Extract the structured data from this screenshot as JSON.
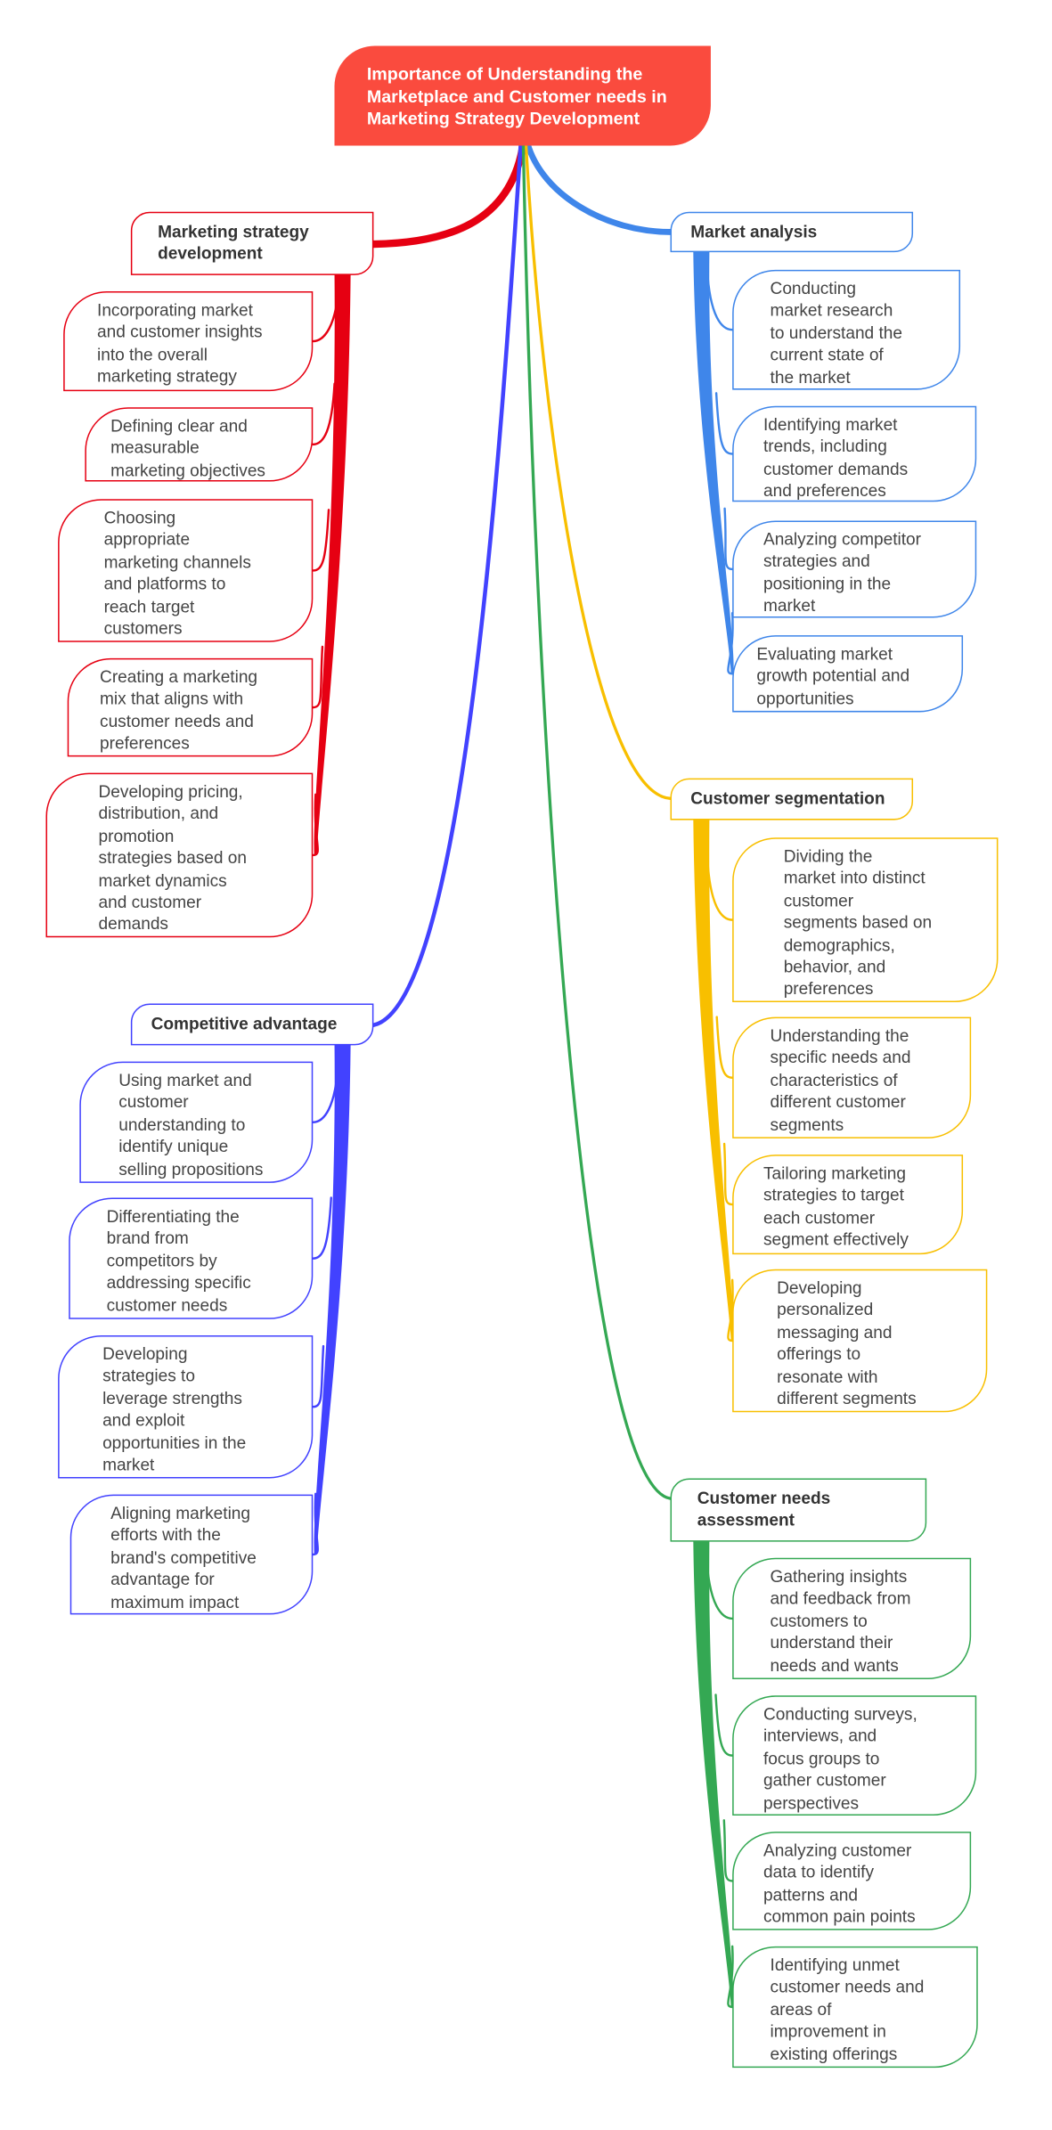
{
  "root": {
    "lines": [
      "Importance of Understanding the",
      "Marketplace and Customer needs in",
      "Marketing Strategy Development"
    ],
    "color": "#fa4b3e"
  },
  "branches": [
    {
      "id": "marketing-strategy-development",
      "color": "#e60012",
      "title": [
        "Marketing strategy",
        "development"
      ],
      "children": [
        [
          "Incorporating market",
          "and customer insights",
          "into the overall",
          "marketing strategy"
        ],
        [
          "Defining clear and",
          "measurable",
          "marketing objectives"
        ],
        [
          "Choosing",
          "appropriate",
          "marketing channels",
          "and platforms to",
          "reach target",
          "customers"
        ],
        [
          "Creating a marketing",
          "mix that aligns with",
          "customer needs and",
          "preferences"
        ],
        [
          "Developing pricing,",
          "distribution, and",
          "promotion",
          "strategies based on",
          "market dynamics",
          "and customer",
          "demands"
        ]
      ]
    },
    {
      "id": "competitive-advantage",
      "color": "#4242ff",
      "title": [
        "Competitive advantage"
      ],
      "children": [
        [
          "Using market and",
          "customer",
          "understanding to",
          "identify unique",
          "selling propositions"
        ],
        [
          "Differentiating the",
          "brand from",
          "competitors by",
          "addressing specific",
          "customer needs"
        ],
        [
          "Developing",
          "strategies to",
          "leverage strengths",
          "and exploit",
          "opportunities in the",
          "market"
        ],
        [
          "Aligning marketing",
          "efforts with the",
          "brand's competitive",
          "advantage for",
          "maximum impact"
        ]
      ]
    },
    {
      "id": "market-analysis",
      "color": "#3f86ea",
      "title": [
        "Market analysis"
      ],
      "children": [
        [
          "Conducting",
          "market research",
          "to understand the",
          "current state of",
          "the market"
        ],
        [
          "Identifying market",
          "trends, including",
          "customer demands",
          "and preferences"
        ],
        [
          "Analyzing competitor",
          "strategies and",
          "positioning in the",
          "market"
        ],
        [
          "Evaluating market",
          "growth potential and",
          "opportunities"
        ]
      ]
    },
    {
      "id": "customer-segmentation",
      "color": "#f8bf00",
      "title": [
        "Customer segmentation"
      ],
      "children": [
        [
          "Dividing the",
          "market into distinct",
          "customer",
          "segments based on",
          "demographics,",
          "behavior, and",
          "preferences"
        ],
        [
          "Understanding the",
          "specific needs and",
          "characteristics of",
          "different customer",
          "segments"
        ],
        [
          "Tailoring marketing",
          "strategies to target",
          "each customer",
          "segment effectively"
        ],
        [
          "Developing",
          "personalized",
          "messaging and",
          "offerings to",
          "resonate with",
          "different segments"
        ]
      ]
    },
    {
      "id": "customer-needs-assessment",
      "color": "#34a853",
      "title": [
        "Customer needs",
        "assessment"
      ],
      "children": [
        [
          "Gathering insights",
          "and feedback from",
          "customers to",
          "understand their",
          "needs and wants"
        ],
        [
          "Conducting surveys,",
          "interviews, and",
          "focus groups to",
          "gather customer",
          "perspectives"
        ],
        [
          "Analyzing customer",
          "data to identify",
          "patterns and",
          "common pain points"
        ],
        [
          "Identifying unmet",
          "customer needs and",
          "areas of",
          "improvement in",
          "existing offerings"
        ]
      ]
    }
  ]
}
